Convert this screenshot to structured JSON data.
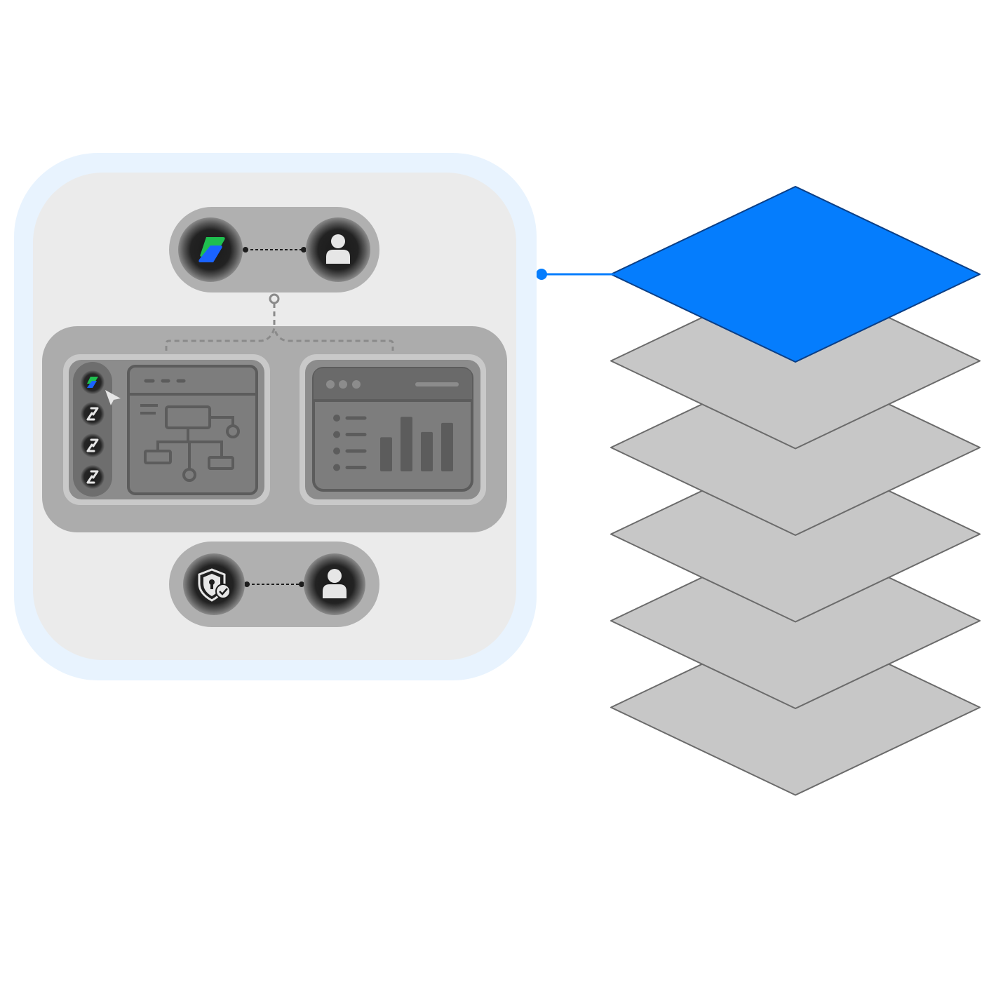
{
  "colors": {
    "background": "#ffffff",
    "outer_halo": "#e8f3fe",
    "panel": "#ebebeb",
    "pill": "#b0b0b0",
    "module_tray": "#acacac",
    "window_frame": "#c9c9c9",
    "window_body": "#7d7d7d",
    "window_line": "#5c5c5c",
    "connector_gray": "#8a8a8a",
    "icon_dark": "#1d1d1d",
    "icon_light": "#e6e6e6",
    "brand_green": "#1fbf4f",
    "brand_blue": "#1a63ff",
    "accent_blue": "#057dfd",
    "accent_blue_edge": "#0b3f86",
    "layer_gray": "#c7c7c7",
    "layer_edge": "#6b6b6b"
  },
  "diagram": {
    "top_connection": {
      "left_icon": "brand-logo-icon",
      "right_icon": "user-icon",
      "link_style": "dashed"
    },
    "bottom_connection": {
      "left_icon": "shield-check-icon",
      "right_icon": "user-icon",
      "link_style": "dashed"
    },
    "module_tray": {
      "workflow_window": {
        "sidebar_icons": [
          "brand-logo-icon",
          "link-icon",
          "link-icon",
          "link-icon"
        ],
        "content_icon": "flowchart-icon",
        "cursor_icon": "cursor-arrow-icon"
      },
      "dashboard_window": {
        "list_rows": 4,
        "bar_values": [
          0.45,
          0.72,
          0.52,
          0.64
        ]
      }
    },
    "layer_stack": {
      "layer_count": 6,
      "highlighted_layer": 1,
      "highlight_color": "#057dfd"
    }
  }
}
